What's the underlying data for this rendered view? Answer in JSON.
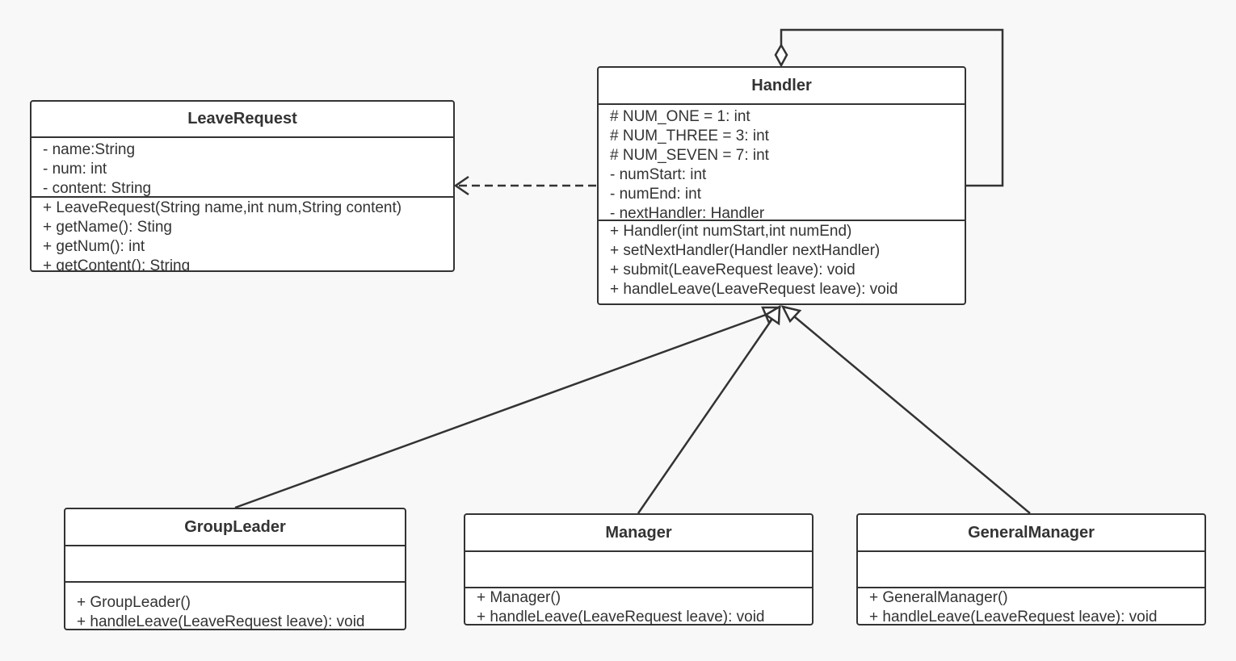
{
  "colors": {
    "background": "#f8f8f8",
    "line": "#333333",
    "box_fill": "#ffffff"
  },
  "classes": {
    "leave_request": {
      "name": "LeaveRequest",
      "attributes": [
        "- name:String",
        "- num: int",
        "- content: String"
      ],
      "methods": [
        "+ LeaveRequest(String name,int num,String content)",
        "+ getName(): Sting",
        "+ getNum(): int",
        "+ getContent(): String"
      ]
    },
    "handler": {
      "name": "Handler",
      "attributes": [
        "# NUM_ONE = 1: int",
        "# NUM_THREE = 3: int",
        "# NUM_SEVEN = 7: int",
        "- numStart: int",
        "- numEnd: int",
        "- nextHandler: Handler"
      ],
      "methods": [
        "+ Handler(int numStart,int numEnd)",
        "+ setNextHandler(Handler nextHandler)",
        "+ submit(LeaveRequest leave): void",
        "+ handleLeave(LeaveRequest leave): void"
      ]
    },
    "group_leader": {
      "name": "GroupLeader",
      "attributes": [],
      "methods": [
        "+ GroupLeader()",
        "+ handleLeave(LeaveRequest leave): void"
      ]
    },
    "manager": {
      "name": "Manager",
      "attributes": [],
      "methods": [
        "+ Manager()",
        "+ handleLeave(LeaveRequest leave): void"
      ]
    },
    "general_manager": {
      "name": "GeneralManager",
      "attributes": [],
      "methods": [
        "+ GeneralManager()",
        "+ handleLeave(LeaveRequest leave): void"
      ]
    }
  },
  "relationships": [
    {
      "type": "dependency",
      "from": "Handler",
      "to": "LeaveRequest"
    },
    {
      "type": "aggregation",
      "from": "Handler",
      "to": "Handler"
    },
    {
      "type": "generalization",
      "from": "GroupLeader",
      "to": "Handler"
    },
    {
      "type": "generalization",
      "from": "Manager",
      "to": "Handler"
    },
    {
      "type": "generalization",
      "from": "GeneralManager",
      "to": "Handler"
    }
  ]
}
